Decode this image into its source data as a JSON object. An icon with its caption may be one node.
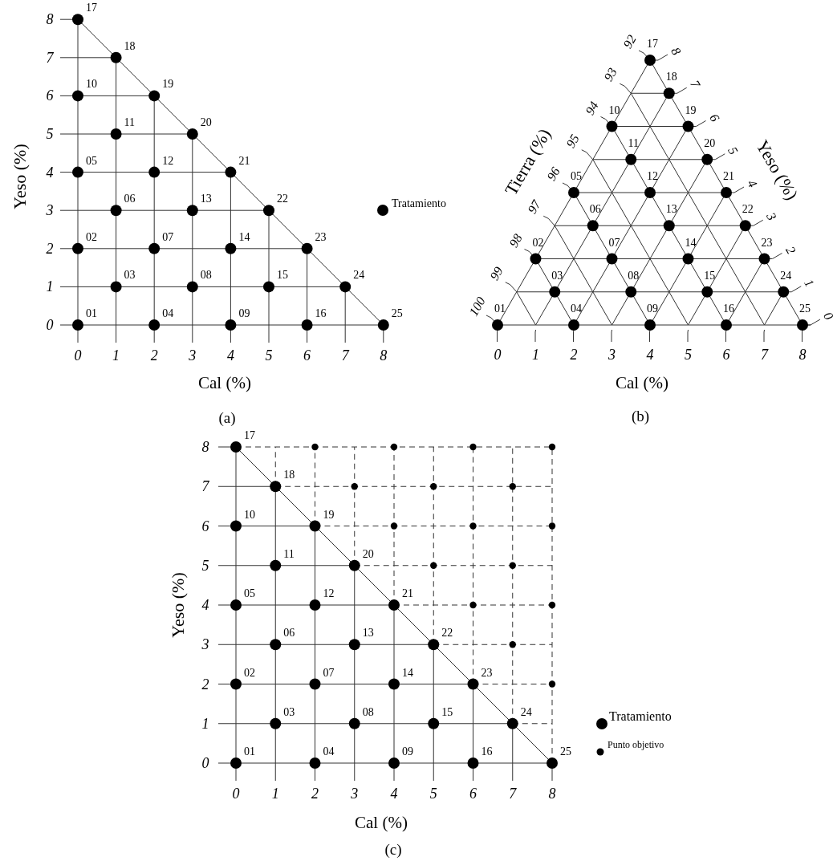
{
  "diagram": {
    "labels": [
      "8",
      "7",
      "6",
      "5",
      "4",
      "3",
      "2",
      "1",
      "0",
      "01",
      "02",
      "03",
      "04",
      "05",
      "06",
      "07",
      "08",
      "09",
      "10",
      "11",
      "12",
      "13",
      "14",
      "15",
      "16",
      "17",
      "18",
      "19",
      "20",
      "21",
      "22",
      "23",
      "24",
      "25",
      "0",
      "1",
      "2",
      "3",
      "4",
      "5",
      "6",
      "7",
      "8",
      "Yeso (%)",
      "Cal (%)",
      "(a)",
      "01",
      "02",
      "03",
      "04",
      "05",
      "06",
      "07",
      "08",
      "09",
      "10",
      "11",
      "12",
      "13",
      "14",
      "15",
      "16",
      "17",
      "18",
      "19",
      "20",
      "21",
      "22",
      "23",
      "24",
      "25",
      "0",
      "1",
      "2",
      "3",
      "4",
      "5",
      "6",
      "7",
      "8",
      "100",
      "99",
      "98",
      "97",
      "96",
      "95",
      "94",
      "93",
      "92",
      "0",
      "1",
      "2",
      "3",
      "4",
      "5",
      "6",
      "7",
      "8",
      "Tierra (%)",
      "Yeso (%)",
      "Cal (%)",
      "(b)",
      "8",
      "7",
      "6",
      "5",
      "4",
      "3",
      "2",
      "1",
      "0",
      "01",
      "02",
      "03",
      "04",
      "05",
      "06",
      "07",
      "08",
      "09",
      "10",
      "11",
      "12",
      "13",
      "14",
      "15",
      "16",
      "17",
      "18",
      "19",
      "20",
      "21",
      "22",
      "23",
      "24",
      "25",
      "0",
      "1",
      "2",
      "3",
      "4",
      "5",
      "6",
      "7",
      "8",
      "Yeso (%)",
      "Cal (%)",
      "(c)"
    ],
    "legend": [
      {
        "text": "Tratamiento"
      },
      {
        "text": "Tratamiento"
      },
      {
        "text": "Punto objetivo"
      }
    ]
  }
}
